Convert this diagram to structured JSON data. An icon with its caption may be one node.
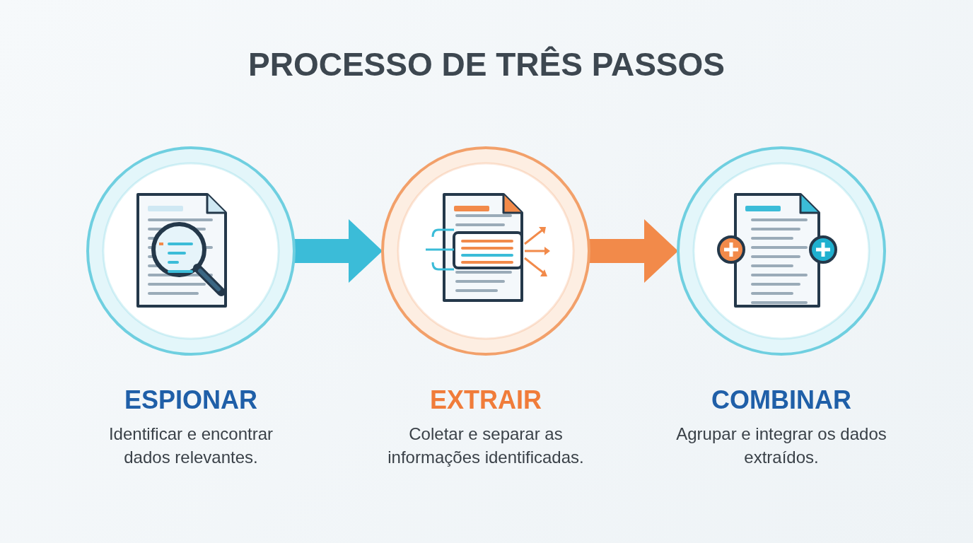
{
  "diagram": {
    "title": "PROCESSO DE TRÊS PASSOS",
    "nodes": [
      {
        "text": [
          "ESPIONAR",
          "Identificar e encontrar dados relevantes."
        ]
      },
      {
        "text": [
          "EXTRAIR",
          "Coletar e separar as informações identificadas."
        ]
      },
      {
        "text": [
          "COMBINAR",
          "Agrupar e integrar os dados extraídos."
        ]
      }
    ],
    "edges": [
      {
        "from": 0,
        "to": 1,
        "arrow": "to",
        "color": "#3bbcd8"
      },
      {
        "from": 1,
        "to": 2,
        "arrow": "to",
        "color": "#f28a4a"
      }
    ]
  }
}
